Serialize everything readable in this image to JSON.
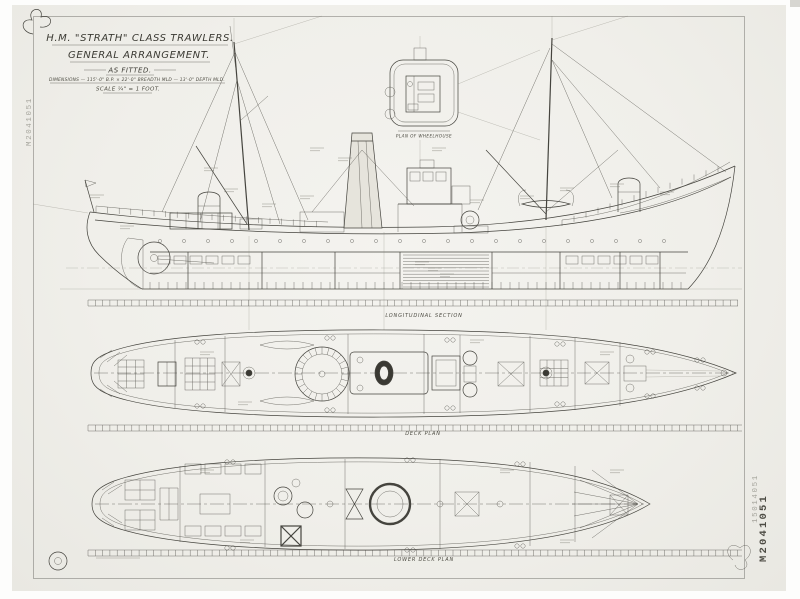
{
  "drawing": {
    "title_block": {
      "line1": "H.M. \"STRATH\" CLASS TRAWLERS.",
      "line2": "GENERAL ARRANGEMENT.",
      "line3": "AS FITTED.",
      "dimensions": "DIMENSIONS — 115'-0\" B.P. × 22'-0\" BREADTH MLD — 13'-0\" DEPTH MLD.",
      "scale": "SCALE  ¼\" = 1 FOOT."
    },
    "captions": {
      "longitudinal_section": "LONGITUDINAL SECTION",
      "wheelhouse_inset": "PLAN OF WHEELHOUSE",
      "main_deck": "DECK PLAN",
      "lower_deck": "LOWER DECK PLAN"
    },
    "stamps": {
      "left_vertical": "M2041051",
      "right_vertical_faint": "15014051",
      "right_vertical_bold": "M2041051"
    },
    "colors": {
      "paper": "#f2f1ec",
      "ink": "#45443e"
    }
  }
}
